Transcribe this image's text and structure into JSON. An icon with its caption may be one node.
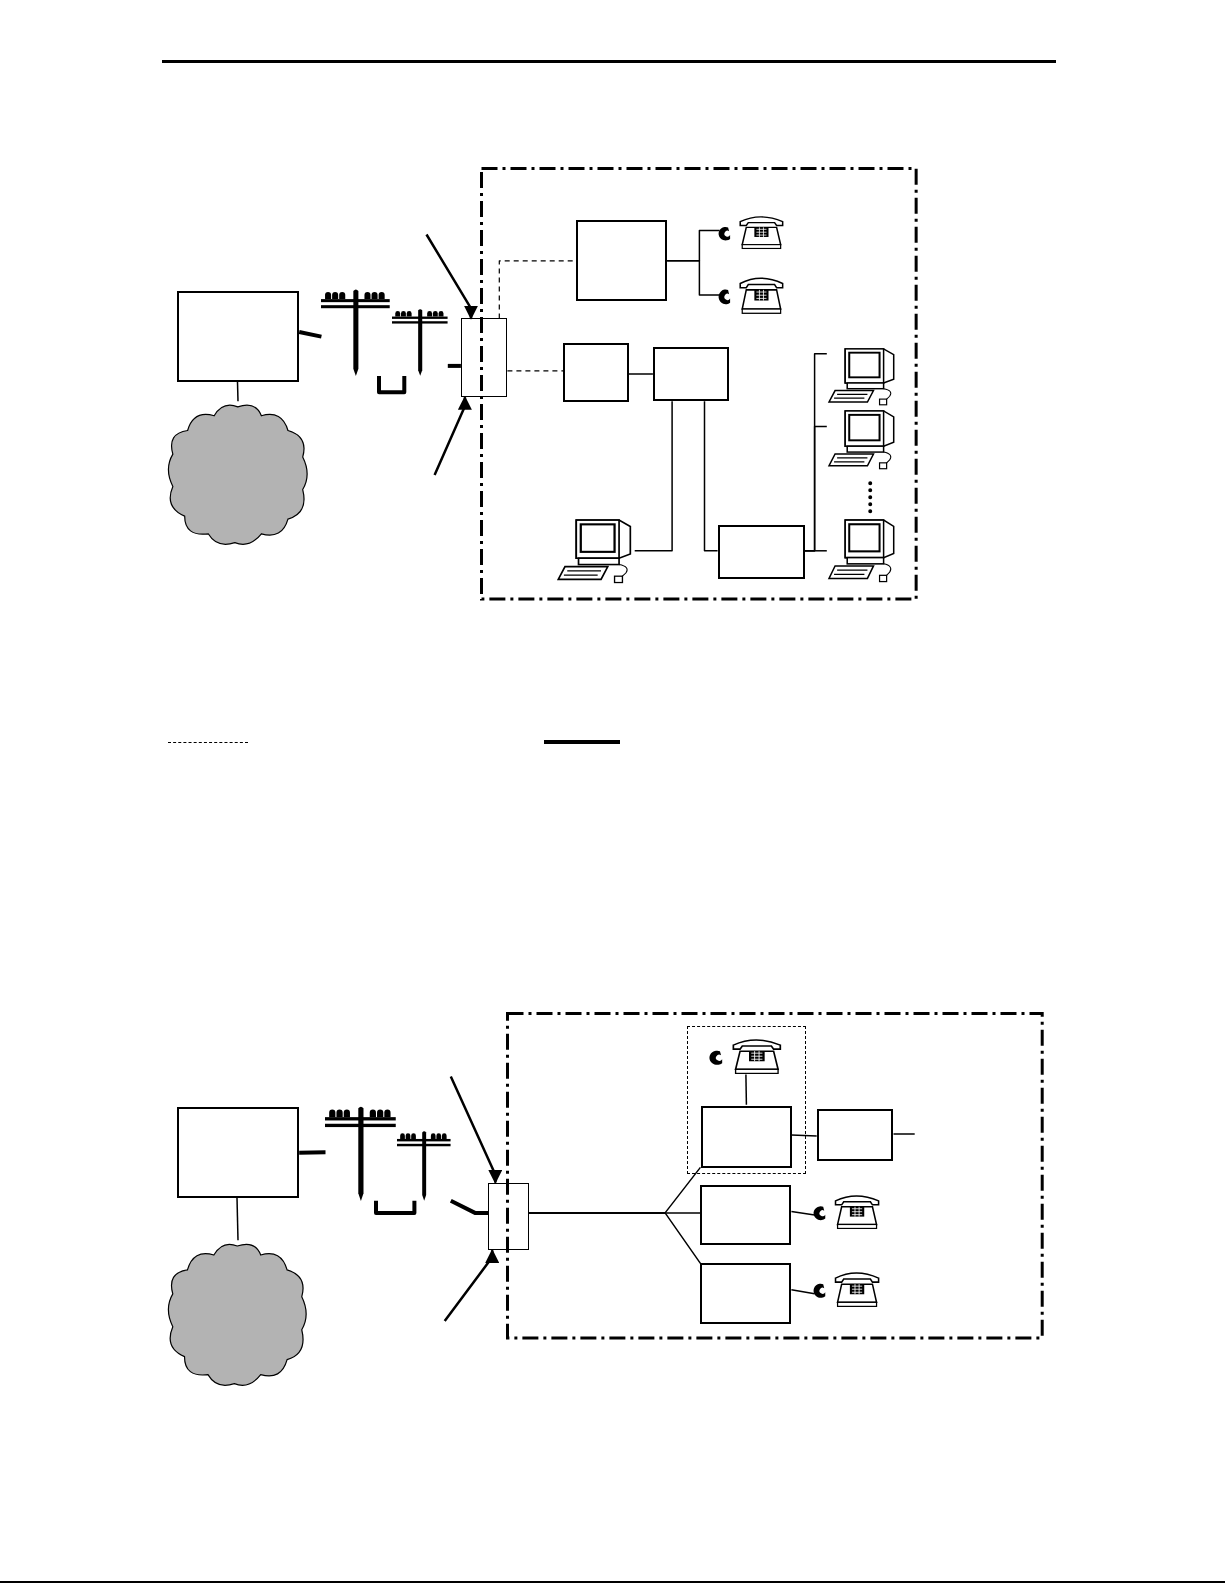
{
  "diagram": {
    "nodes": [
      {
        "text": [],
        "shape": "box"
      },
      {
        "text": [],
        "shape": "cloud"
      },
      {
        "text": [],
        "shape": "pole"
      },
      {
        "text": [],
        "shape": "pole"
      },
      {
        "text": [],
        "shape": "box"
      },
      {
        "text": [],
        "shape": "box"
      },
      {
        "text": [],
        "shape": "box",
        "in": 5
      },
      {
        "text": [],
        "shape": "telephone",
        "in": 5
      },
      {
        "text": [],
        "shape": "telephone",
        "in": 5
      },
      {
        "text": [],
        "shape": "box",
        "in": 5
      },
      {
        "text": [],
        "shape": "box",
        "in": 5
      },
      {
        "text": [],
        "shape": "computer",
        "in": 5
      },
      {
        "text": [],
        "shape": "box",
        "in": 5
      },
      {
        "text": [],
        "shape": "computer",
        "in": 5
      },
      {
        "text": [],
        "shape": "computer",
        "in": 5
      },
      {
        "text": [],
        "shape": "computer",
        "in": 5
      },
      {
        "text": [],
        "shape": "box"
      },
      {
        "text": [],
        "shape": "cloud"
      },
      {
        "text": [],
        "shape": "pole"
      },
      {
        "text": [],
        "shape": "pole"
      },
      {
        "text": [],
        "shape": "box"
      },
      {
        "text": [],
        "shape": "box"
      },
      {
        "text": [],
        "shape": "box",
        "in": 21
      },
      {
        "text": [],
        "shape": "telephone",
        "in": 22
      },
      {
        "text": [],
        "shape": "box",
        "in": 22
      },
      {
        "text": [],
        "shape": "box",
        "in": 21
      },
      {
        "text": [],
        "shape": "box",
        "in": 21
      },
      {
        "text": [],
        "shape": "telephone",
        "in": 21
      },
      {
        "text": [],
        "shape": "box",
        "in": 21
      },
      {
        "text": [],
        "shape": "telephone",
        "in": 21
      }
    ],
    "edges": [
      {
        "from": 0,
        "to": 2,
        "arrow": "none",
        "style": "thick"
      },
      {
        "from": 2,
        "to": 3,
        "arrow": "none",
        "style": "thick"
      },
      {
        "from": 3,
        "to": 4,
        "arrow": "none",
        "style": "thick"
      },
      {
        "from": 0,
        "to": 1,
        "arrow": "none"
      },
      {
        "from": null,
        "to": 4,
        "arrow": "to"
      },
      {
        "from": null,
        "to": 4,
        "arrow": "to"
      },
      {
        "from": 4,
        "to": 6,
        "arrow": "none",
        "style": "dashed"
      },
      {
        "from": 4,
        "to": 9,
        "arrow": "none",
        "style": "dashed"
      },
      {
        "from": 6,
        "to": 7,
        "arrow": "none"
      },
      {
        "from": 6,
        "to": 8,
        "arrow": "none"
      },
      {
        "from": 9,
        "to": 10,
        "arrow": "none"
      },
      {
        "from": 10,
        "to": 11,
        "arrow": "none"
      },
      {
        "from": 10,
        "to": 12,
        "arrow": "none"
      },
      {
        "from": 12,
        "to": 13,
        "arrow": "none"
      },
      {
        "from": 12,
        "to": 14,
        "arrow": "none"
      },
      {
        "from": 12,
        "to": 15,
        "arrow": "none"
      },
      {
        "from": 16,
        "to": 18,
        "arrow": "none",
        "style": "thick"
      },
      {
        "from": 18,
        "to": 19,
        "arrow": "none",
        "style": "thick"
      },
      {
        "from": 19,
        "to": 20,
        "arrow": "none",
        "style": "thick"
      },
      {
        "from": 16,
        "to": 17,
        "arrow": "none"
      },
      {
        "from": null,
        "to": 20,
        "arrow": "to"
      },
      {
        "from": null,
        "to": 20,
        "arrow": "to"
      },
      {
        "from": 20,
        "to": 24,
        "arrow": "none"
      },
      {
        "from": 20,
        "to": 26,
        "arrow": "none"
      },
      {
        "from": 20,
        "to": 28,
        "arrow": "none"
      },
      {
        "from": 23,
        "to": 24,
        "arrow": "none"
      },
      {
        "from": 24,
        "to": 25,
        "arrow": "none"
      },
      {
        "from": 25,
        "to": null,
        "arrow": "none"
      },
      {
        "from": 26,
        "to": 27,
        "arrow": "none"
      },
      {
        "from": 28,
        "to": 29,
        "arrow": "none"
      }
    ]
  }
}
